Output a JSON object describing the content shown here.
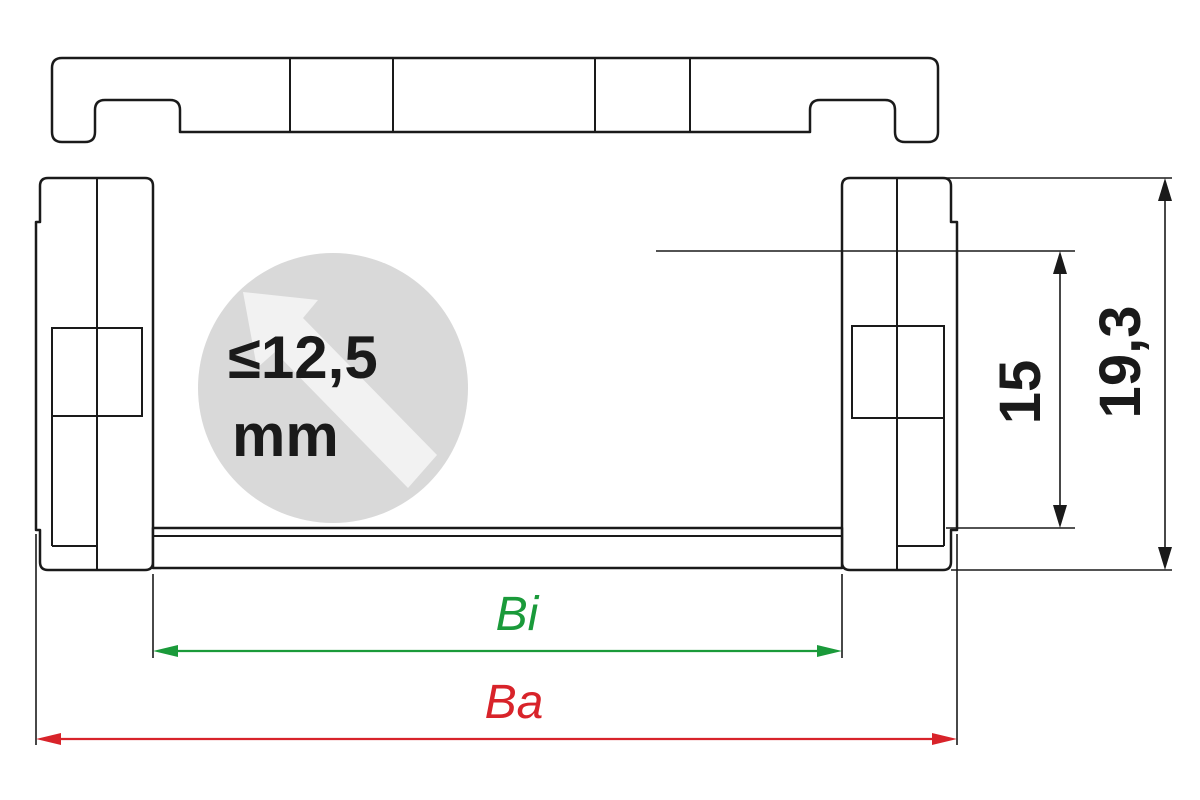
{
  "badge": {
    "size_text": "≤12,5",
    "unit_text": "mm"
  },
  "dimensions": {
    "inner_height": "15",
    "outer_height": "19,3",
    "inner_width_label": "Bi",
    "outer_width_label": "Ba"
  },
  "colors": {
    "inner_width": "#1a9a3a",
    "outer_width": "#d8232a",
    "badge_fill": "#d9d9d9",
    "outline": "#1a1a1a"
  }
}
